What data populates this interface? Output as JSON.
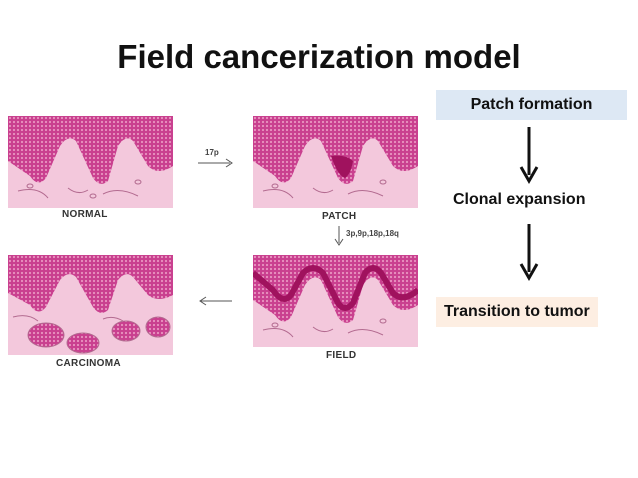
{
  "title": "Field cancerization model",
  "panels": {
    "normal_label": "NORMAL",
    "patch_label": "PATCH",
    "field_label": "FIELD",
    "carcinoma_label": "CARCINOMA"
  },
  "arrows": {
    "normal_to_patch": "17p",
    "patch_to_field": "3p,9p,18p,18q"
  },
  "steps": [
    {
      "label": "Patch formation",
      "bg": "#dde8f4"
    },
    {
      "label": "Clonal expansion",
      "bg": "#ffffff"
    },
    {
      "label": "Transition to tumor",
      "bg": "#fdeee2"
    }
  ],
  "colors": {
    "epithelium": "#c9408f",
    "stroma": "#f3c8dc",
    "field": "#b0156a",
    "arrow": "#111111"
  }
}
